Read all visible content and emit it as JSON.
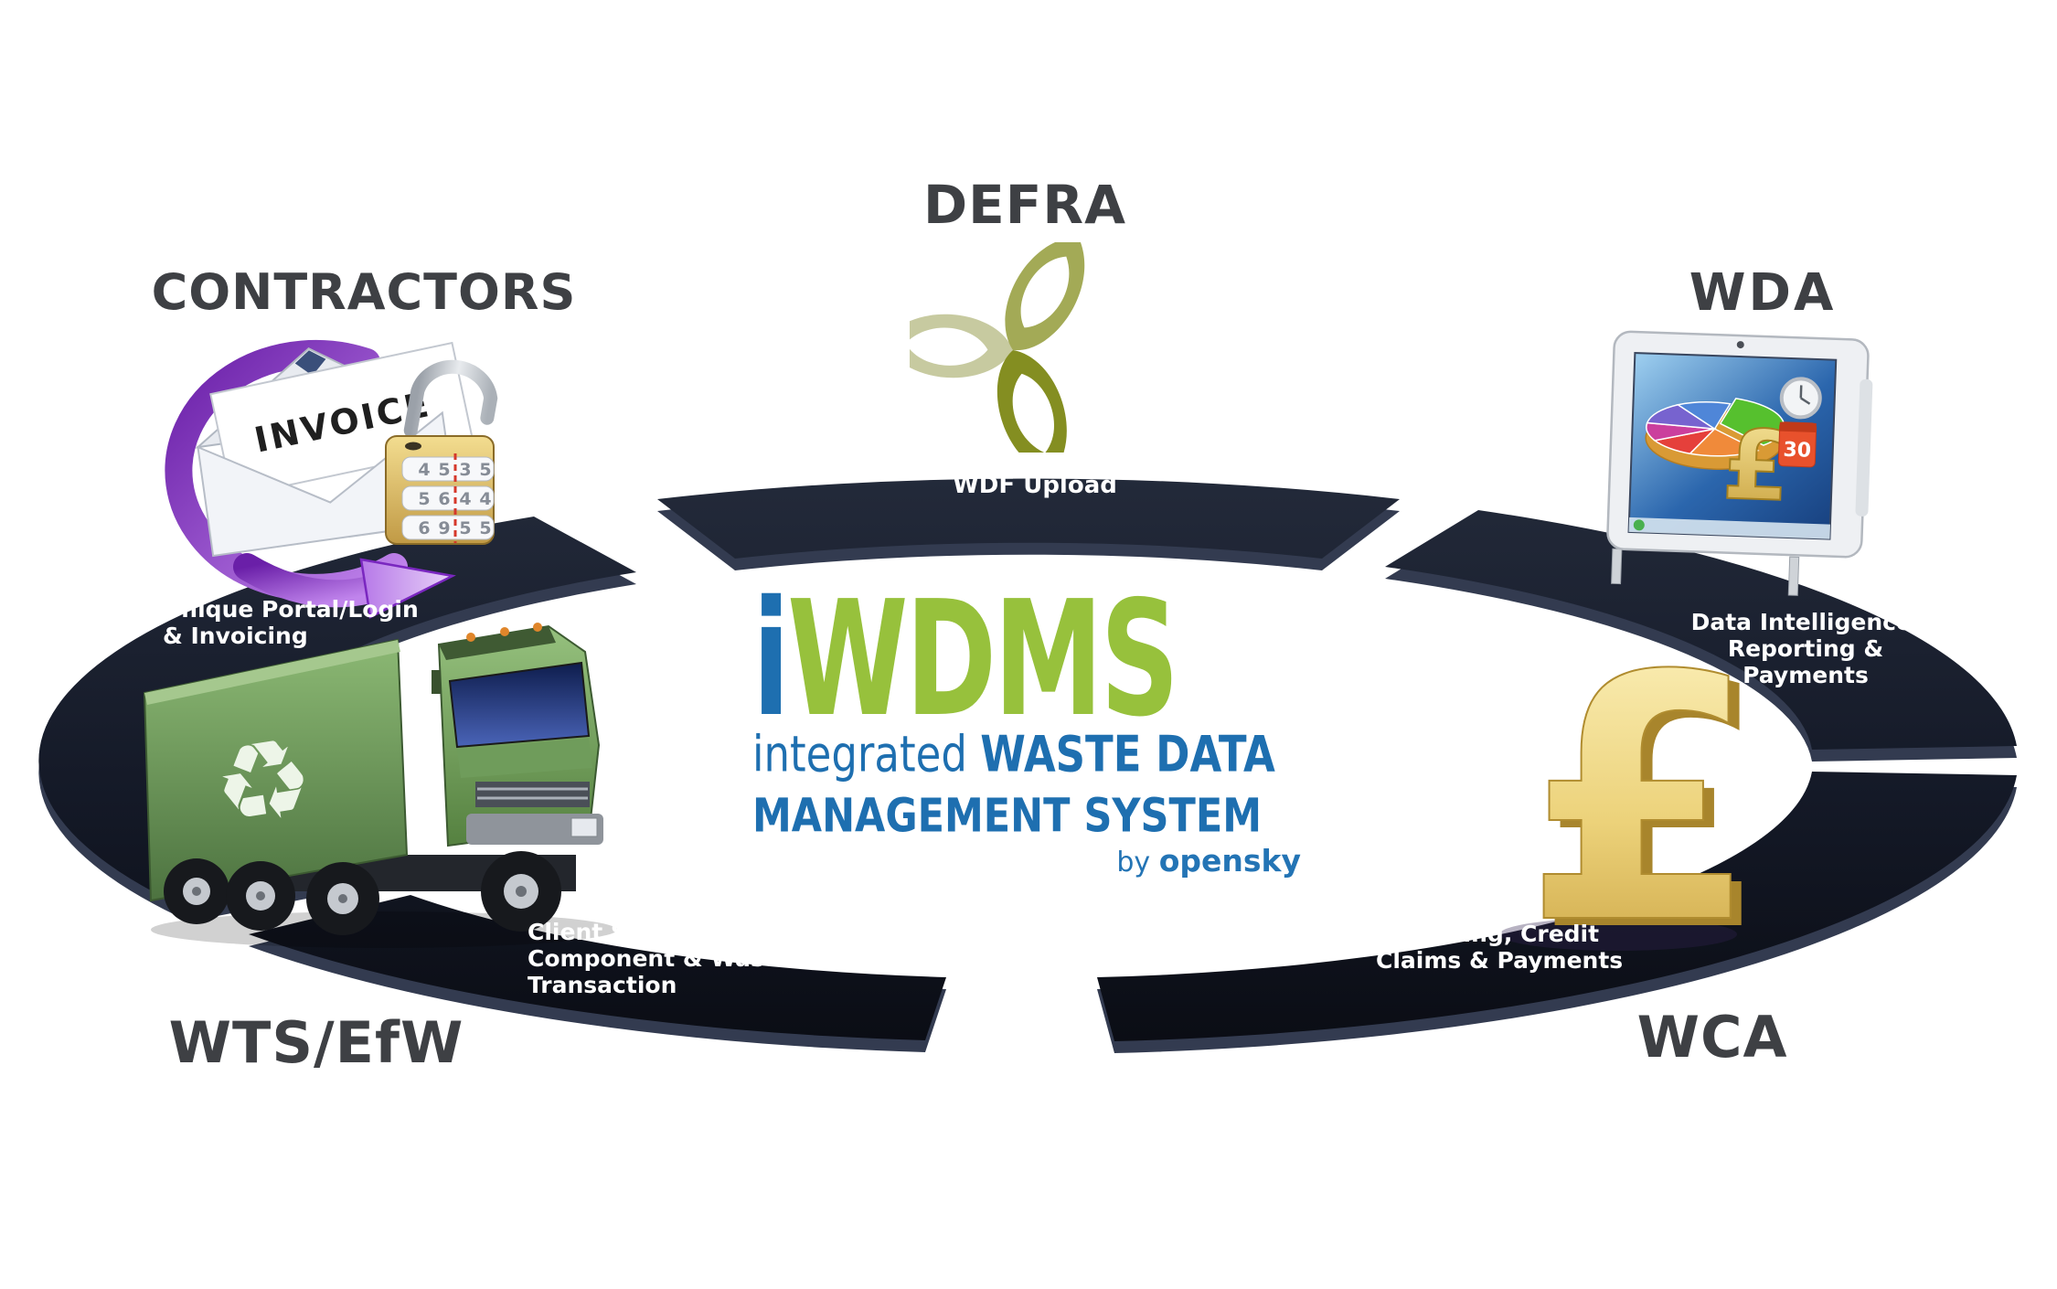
{
  "title": "iWDMS integrated Waste Data Management System",
  "logo": {
    "i": "i",
    "wdms": "WDMS",
    "line2_light": "integrated ",
    "line2_bold": "WASTE DATA",
    "line3": "MANAGEMENT SYSTEM",
    "by": "by ",
    "brand": "opensky"
  },
  "stakeholders": [
    {
      "id": "defra",
      "label": "DEFRA"
    },
    {
      "id": "contractors",
      "label": "CONTRACTORS"
    },
    {
      "id": "wda",
      "label": "WDA"
    },
    {
      "id": "wts-efw",
      "label": "WTS/EfW"
    },
    {
      "id": "wca",
      "label": "WCA"
    }
  ],
  "ring_segments": [
    {
      "id": "wdf-upload",
      "label": "WDF Upload"
    },
    {
      "id": "unique-portal",
      "line1": "Unique Portal/Login",
      "line2": "& Invoicing"
    },
    {
      "id": "data-intelligence",
      "line1": "Data Intelligence,",
      "line2": "Reporting &",
      "line3": "Payments"
    },
    {
      "id": "client-sync",
      "line1": "Client Synchronisation",
      "line2": "Component & Waste Data",
      "line3": "Transaction"
    },
    {
      "id": "reporting-credit",
      "line1": "Reporting, Credit",
      "line2": "Claims & Payments"
    }
  ],
  "graphics": {
    "invoice_label": "INVOICE",
    "padlock_digits": [
      [
        "4",
        "5",
        "3",
        "5"
      ],
      [
        "5",
        "6",
        "4",
        "4"
      ],
      [
        "6",
        "9",
        "5",
        "5"
      ]
    ],
    "calendar_day": "30",
    "screen_pound": "£",
    "pound_symbol": "£",
    "recycle_symbol": "♻"
  },
  "colors": {
    "ring": "#151a28",
    "heading": "#3e4044",
    "logo_blue": "#1e6fb0",
    "logo_green": "#97c13c",
    "gold": "#e3c06a",
    "purple": "#9b4fd6",
    "truck_green": "#7fae68",
    "defra_pale": "#c7caa0",
    "defra_mid": "#a3aa56",
    "defra_dark": "#848e21"
  }
}
